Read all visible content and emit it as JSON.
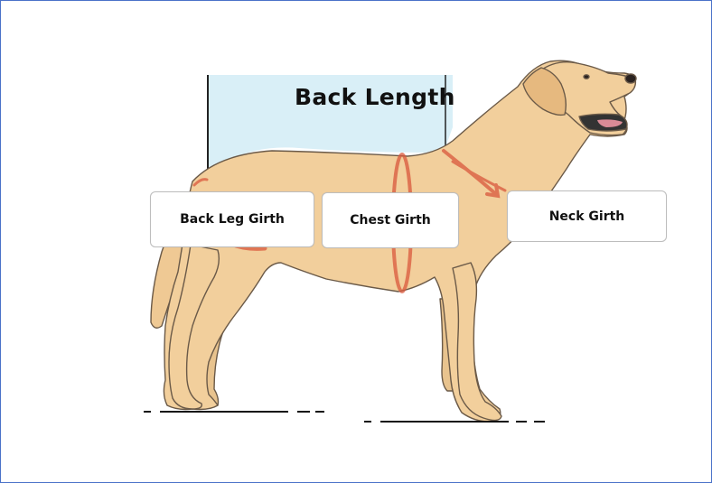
{
  "diagram": {
    "measurements": {
      "back_length": "Back Length",
      "back_leg_girth": "Back Leg Girth",
      "chest_girth": "Chest Girth",
      "neck_girth": "Neck Girth"
    },
    "colors": {
      "border": "#4a72c8",
      "dog_fill": "#f2cf9c",
      "dog_outline": "#6b5a48",
      "measure_highlight": "#d9eff7",
      "girth_marks": "#d9583c",
      "ground_lines": "#111111"
    }
  }
}
